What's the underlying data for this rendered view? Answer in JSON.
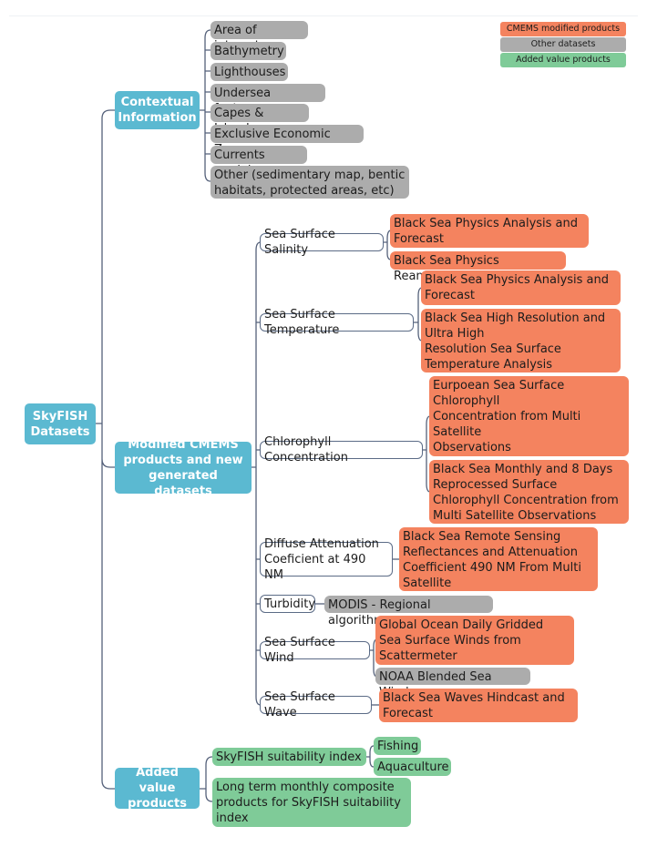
{
  "legend": {
    "cmems": "CMEMS modified products",
    "other": "Other datasets",
    "added": "Added value products"
  },
  "colors": {
    "primary_node": "#5bb9d1",
    "cmems_modified": "#f4835f",
    "other_datasets": "#acacac",
    "added_value": "#7fcb98",
    "connector": "#55617a"
  },
  "root": "SkyFISH\nDatasets",
  "contextual": {
    "title": "Contextual\nInformation",
    "items": [
      "Area of interest",
      "Bathymetry",
      "Lighthouses",
      "Undersea features",
      "Capes & Islands",
      "Exclusive Economic Zone",
      "Currents model",
      "Other (sedimentary map, bentic\nhabitats, protected areas, etc)"
    ]
  },
  "modified": {
    "title": "Modified CMEMS\nproducts and new\ngenerated datasets",
    "sss": {
      "label": "Sea Surface Salinity",
      "products": [
        "Black Sea Physics Analysis and\nForecast",
        "Black Sea Physics Reanalysis"
      ]
    },
    "sst": {
      "label": "Sea Surface Temperature",
      "products": [
        "Black Sea Physics Analysis and\nForecast",
        "Black Sea High Resolution and\nUltra High\nResolution Sea Surface\nTemperature Analysis"
      ]
    },
    "chl": {
      "label": "Chlorophyll Concentration",
      "products": [
        "Eurpoean Sea Surface\nChlorophyll\nConcentration from Multi\nSatellite\nObservations",
        "Black Sea Monthly and 8 Days\nReprocessed Surface\nChlorophyll Concentration from\nMulti Satellite Observations"
      ]
    },
    "kd": {
      "label": "Diffuse Attenuation\nCoeficient at 490 NM",
      "products": [
        "Black Sea Remote Sensing\nReflectances and Attenuation\nCoefficient 490 NM From Multi\nSatellite"
      ]
    },
    "turbidity": {
      "label": "Turbidity",
      "products": [
        "MODIS - Regional algorithm"
      ]
    },
    "wind": {
      "label": "Sea Surface Wind",
      "products": [
        "Global Ocean Daily Gridded\nSea Surface Winds from\nScattermeter",
        "NOAA Blended Sea Winds"
      ]
    },
    "wave": {
      "label": "Sea Surface Wave",
      "products": [
        "Black Sea Waves Hindcast and\nForecast"
      ]
    }
  },
  "added": {
    "title": "Added value\nproducts",
    "suitability": {
      "label": "SkyFISH suitability index",
      "items": [
        "Fishing",
        "Aquaculture"
      ]
    },
    "composite": "Long term monthly composite\nproducts for SkyFISH suitability\nindex"
  }
}
